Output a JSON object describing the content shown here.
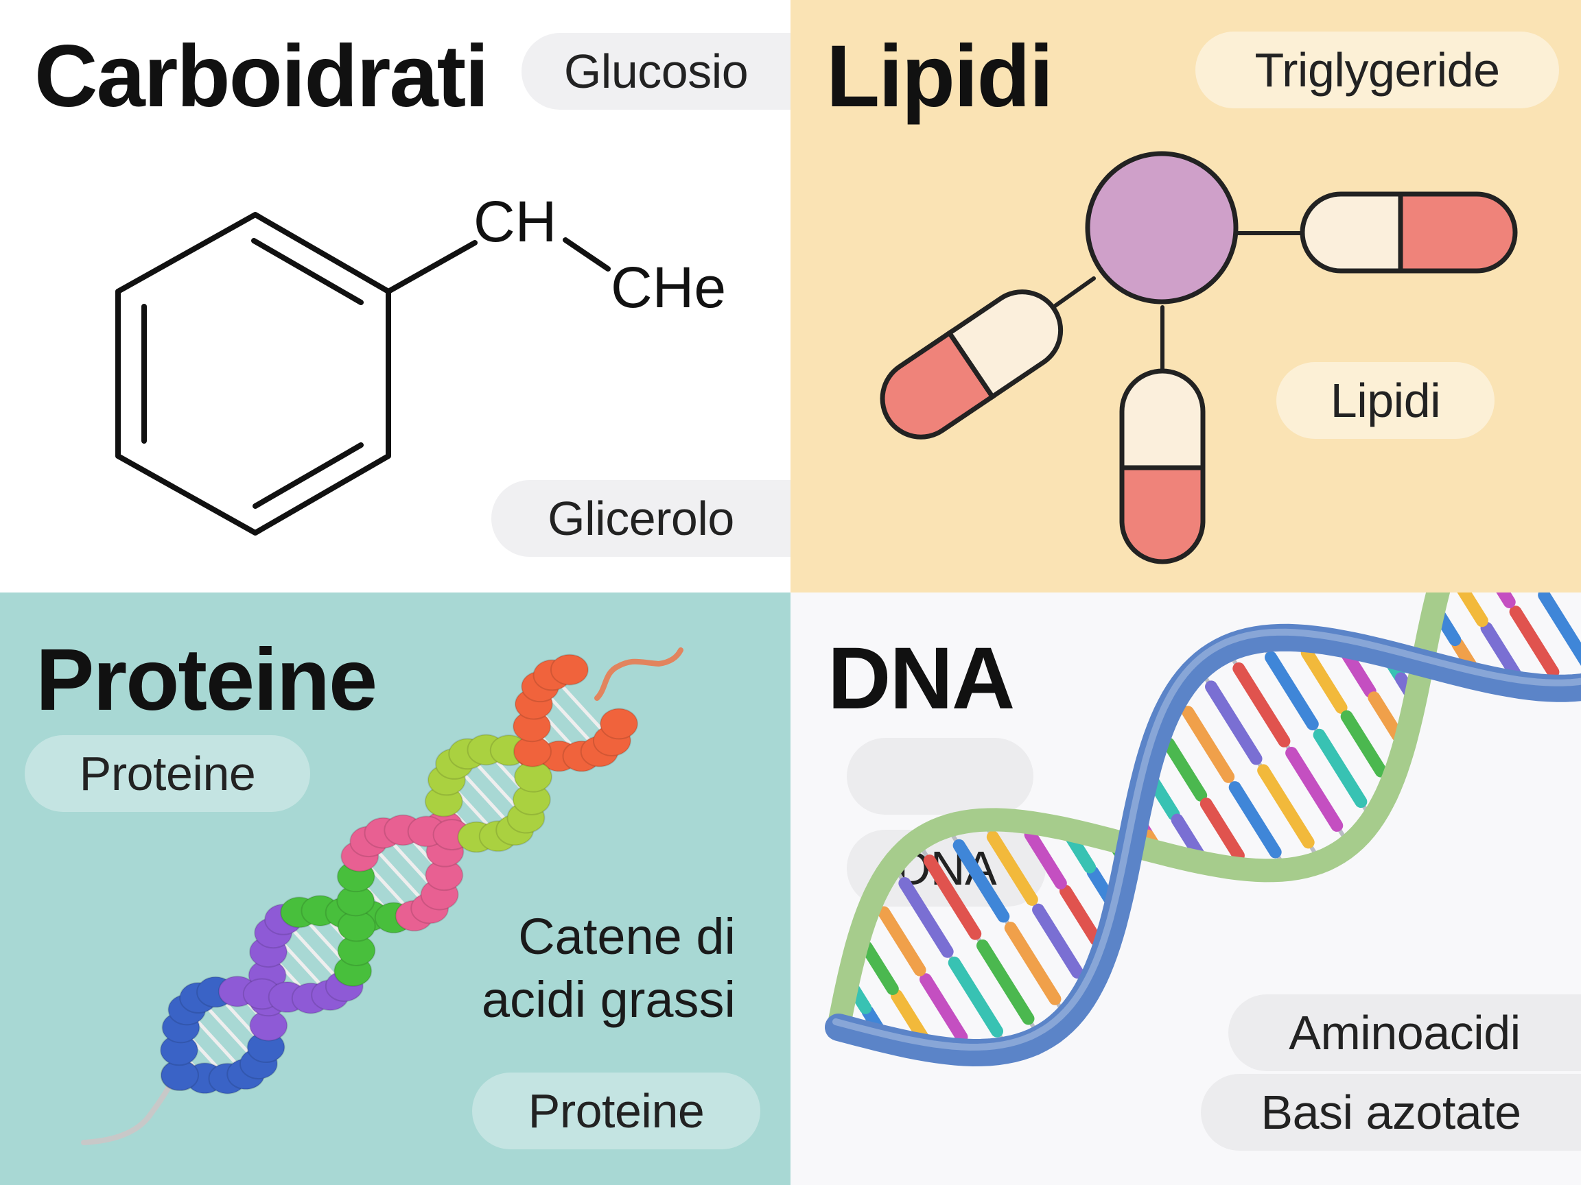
{
  "carboidrati": {
    "title": "Carboidrati",
    "pill_top": "Glucosio",
    "pill_bottom": "Glicerolo",
    "group_ch": "CH",
    "group_che": "CHe"
  },
  "lipidi": {
    "title": "Lipidi",
    "pill_top": "Triglygeride",
    "pill_mid": "Lipidi",
    "colors": {
      "glycerol": "#cfa0c9",
      "tail_light": "#fbefdc",
      "tail_red": "#ef837a"
    }
  },
  "proteine": {
    "title": "Proteine",
    "pill_top": "Proteine",
    "chain_label_line1": "Catene di",
    "chain_label_line2": "acidi grassi",
    "pill_bottom": "Proteine"
  },
  "dna": {
    "title": "DNA",
    "pill_empty": "",
    "pill_mid": "DNA",
    "pill_aminoacidi": "Aminoacidi",
    "pill_basi": "Basi azotate",
    "colors": {
      "strand_blue": "#5b84c8",
      "strand_green": "#a6cc8c"
    }
  }
}
